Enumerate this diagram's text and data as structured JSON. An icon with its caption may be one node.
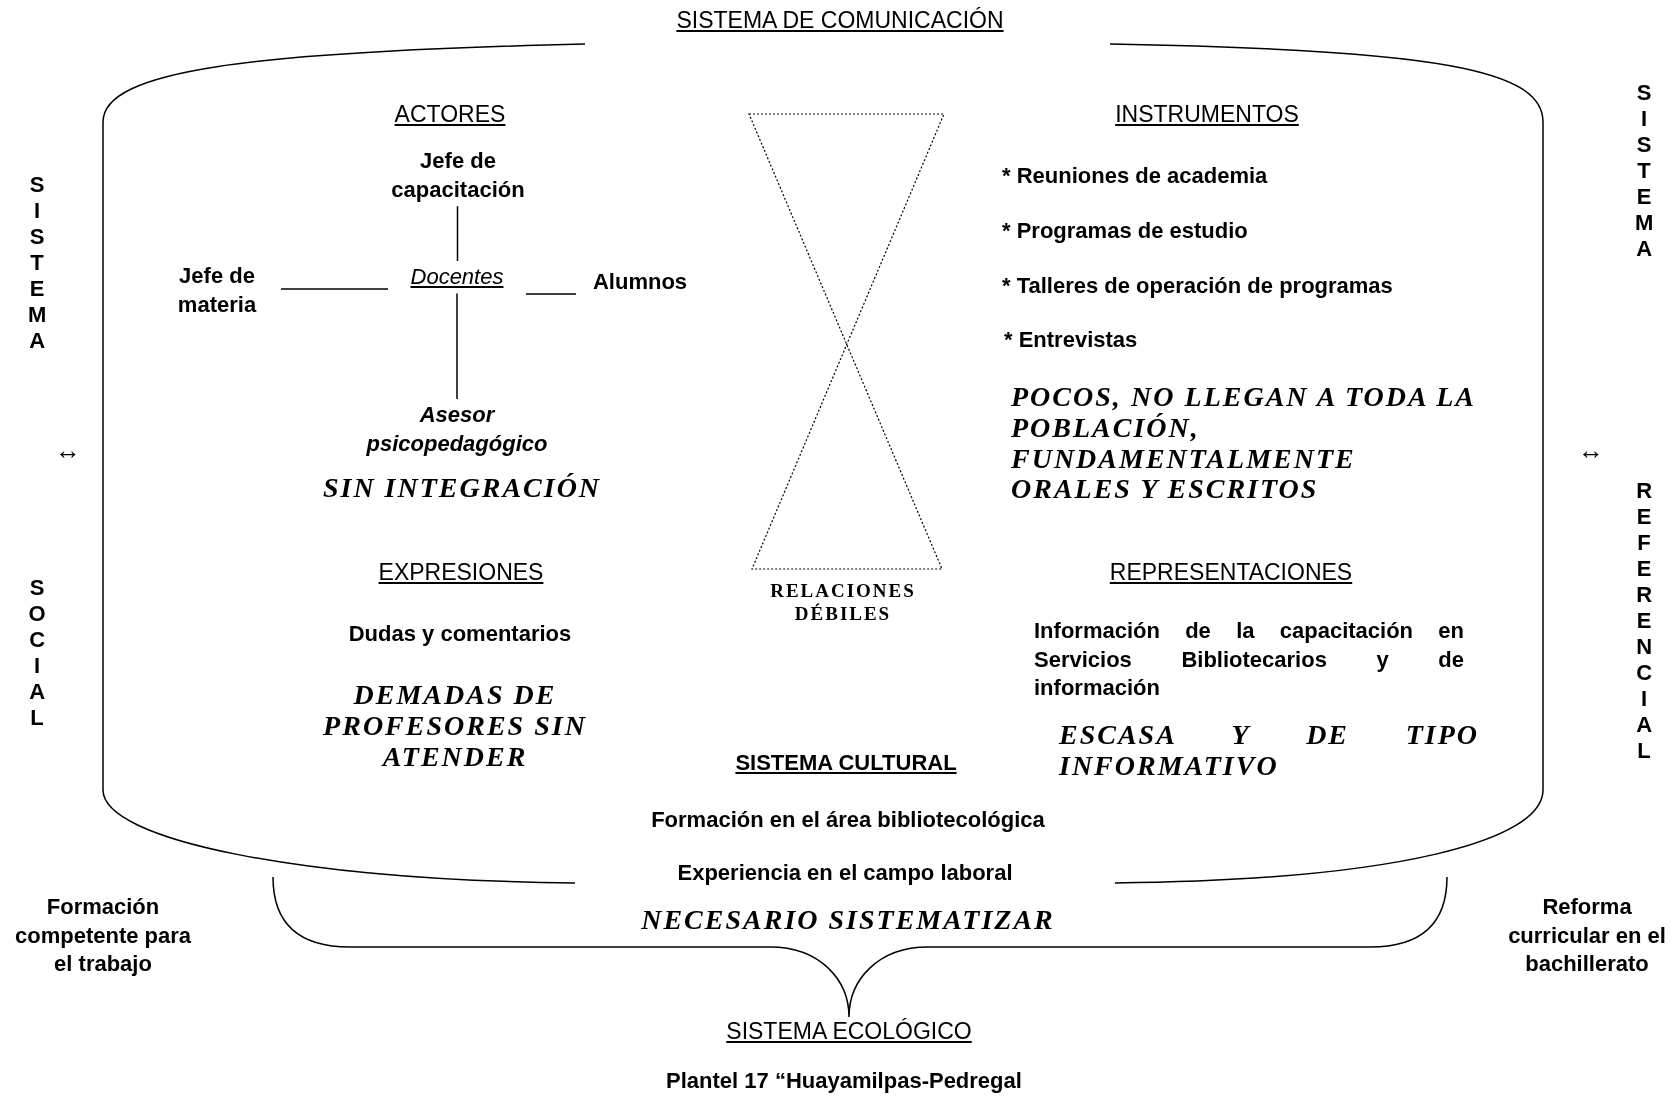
{
  "diagram": {
    "nodes": [
      {
        "text": [
          "Jefe de capacitación"
        ]
      },
      {
        "text": [
          "Jefe de materia"
        ]
      },
      {
        "text": [
          "Docentes"
        ]
      },
      {
        "text": [
          "Alumnos"
        ]
      },
      {
        "text": [
          "Asesor psicopedagógico"
        ]
      }
    ],
    "edges": [
      {
        "from": 0,
        "to": 2,
        "arrow": "none"
      },
      {
        "from": 1,
        "to": 2,
        "arrow": "none"
      },
      {
        "from": 2,
        "to": 3,
        "arrow": "none"
      },
      {
        "from": 2,
        "to": 4,
        "arrow": "none"
      }
    ],
    "labels": [
      "SISTEMA DE COMUNICACIÓN",
      "SISTEMA",
      "ACTORES",
      "INSTRUMENTOS",
      "SISTEMA",
      "* Reuniones de academia",
      "* Programas de estudio",
      "* Talleres de operación de programas",
      "* Entrevistas",
      "POCOS, NO LLEGAN A TODA LA POBLACIÓN, FUNDAMENTALMENTE ORALES Y ESCRITOS",
      "↔",
      "↔",
      "SIN INTEGRACIÓN",
      "REFERENCIAL",
      "EXPRESIONES",
      "REPRESENTACIONES",
      "SOCIAL",
      "RELACIONES DÉBILES",
      "Dudas y comentarios",
      "Información de la capacitación en Servicios Bibliotecarios y de información",
      "DEMADAS DE PROFESORES SIN ATENDER",
      "ESCASA Y DE TIPO INFORMATIVO",
      "SISTEMA CULTURAL",
      "Formación en el área bibliotecológica",
      "Experiencia en el campo laboral",
      "Formación competente para el trabajo",
      "NECESARIO SISTEMATIZAR",
      "Reforma curricular en el bachillerato",
      "SISTEMA ECOLÓGICO",
      "Plantel 17 “Huayamilpas-Pedregal"
    ]
  }
}
